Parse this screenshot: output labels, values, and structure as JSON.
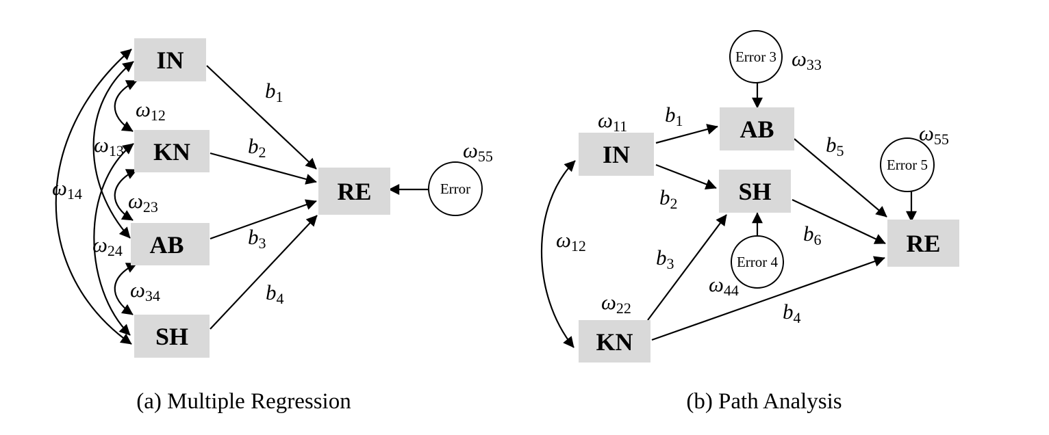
{
  "panel_a": {
    "caption": "(a) Multiple Regression",
    "nodes": {
      "IN": "IN",
      "KN": "KN",
      "AB": "AB",
      "SH": "SH",
      "RE": "RE"
    },
    "error_label": "Error",
    "coefficients": {
      "w12": {
        "sym": "ω",
        "sub": "12"
      },
      "w13": {
        "sym": "ω",
        "sub": "13"
      },
      "w14": {
        "sym": "ω",
        "sub": "14"
      },
      "w23": {
        "sym": "ω",
        "sub": "23"
      },
      "w24": {
        "sym": "ω",
        "sub": "24"
      },
      "w34": {
        "sym": "ω",
        "sub": "34"
      },
      "w55": {
        "sym": "ω",
        "sub": "55"
      },
      "b1": {
        "sym": "b",
        "sub": "1"
      },
      "b2": {
        "sym": "b",
        "sub": "2"
      },
      "b3": {
        "sym": "b",
        "sub": "3"
      },
      "b4": {
        "sym": "b",
        "sub": "4"
      }
    }
  },
  "panel_b": {
    "caption": "(b) Path Analysis",
    "nodes": {
      "IN": "IN",
      "KN": "KN",
      "AB": "AB",
      "SH": "SH",
      "RE": "RE"
    },
    "errors": {
      "e3": "Error 3",
      "e4": "Error 4",
      "e5": "Error 5"
    },
    "coefficients": {
      "w11": {
        "sym": "ω",
        "sub": "11"
      },
      "w12": {
        "sym": "ω",
        "sub": "12"
      },
      "w22": {
        "sym": "ω",
        "sub": "22"
      },
      "w33": {
        "sym": "ω",
        "sub": "33"
      },
      "w44": {
        "sym": "ω",
        "sub": "44"
      },
      "w55": {
        "sym": "ω",
        "sub": "55"
      },
      "b1": {
        "sym": "b",
        "sub": "1"
      },
      "b2": {
        "sym": "b",
        "sub": "2"
      },
      "b3": {
        "sym": "b",
        "sub": "3"
      },
      "b4": {
        "sym": "b",
        "sub": "4"
      },
      "b5": {
        "sym": "b",
        "sub": "5"
      },
      "b6": {
        "sym": "b",
        "sub": "6"
      }
    }
  }
}
